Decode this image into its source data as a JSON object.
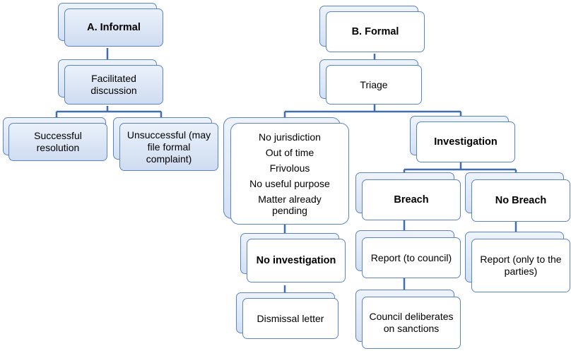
{
  "informal": {
    "title": "A. Informal",
    "discussion": "Facilitated discussion",
    "successful": "Successful resolution",
    "unsuccessful": "Unsuccessful (may file formal complaint)"
  },
  "formal": {
    "title": "B. Formal",
    "triage": "Triage",
    "dismissal_grounds": [
      "No jurisdiction",
      "Out of time",
      "Frivolous",
      "No useful purpose",
      "Matter already pending"
    ],
    "no_investigation": "No investigation",
    "dismissal_letter": "Dismissal letter",
    "investigation": "Investigation",
    "breach": "Breach",
    "no_breach": "No Breach",
    "report_council": "Report (to council)",
    "council_deliberates": "Council deliberates on sanctions",
    "report_parties": "Report (only to the parties)"
  },
  "colors": {
    "connector": "#3f6fae",
    "border": "#5b84c4",
    "fill_light": "#eaf1fb",
    "fill_dark": "#cfdcf1"
  }
}
